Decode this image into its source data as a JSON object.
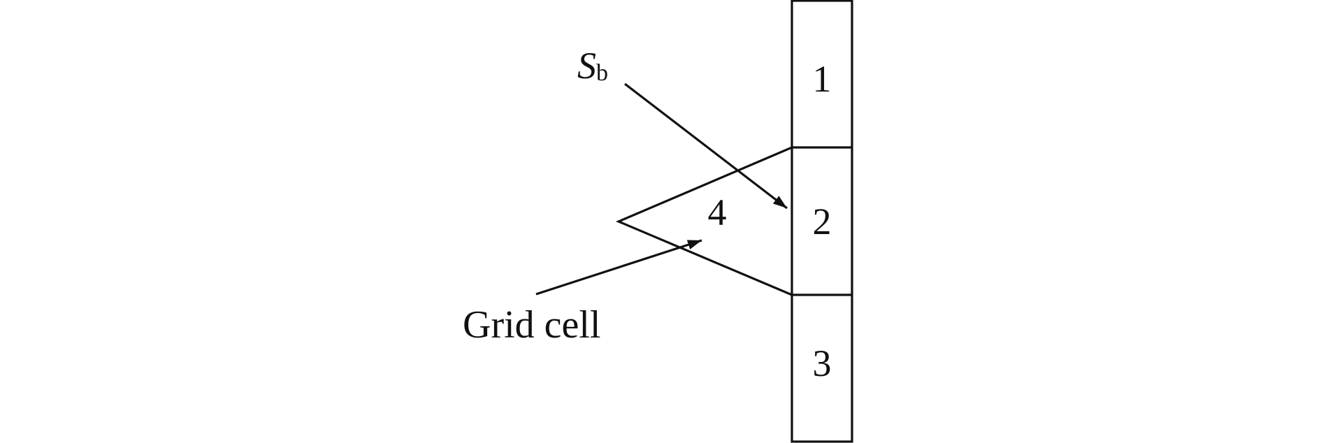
{
  "diagram": {
    "cells": {
      "cell_1": "1",
      "cell_2": "2",
      "cell_3": "3",
      "triangle_cell": "4"
    },
    "labels": {
      "sb_symbol": "S",
      "sb_subscript": "b",
      "grid_cell": "Grid cell"
    }
  }
}
